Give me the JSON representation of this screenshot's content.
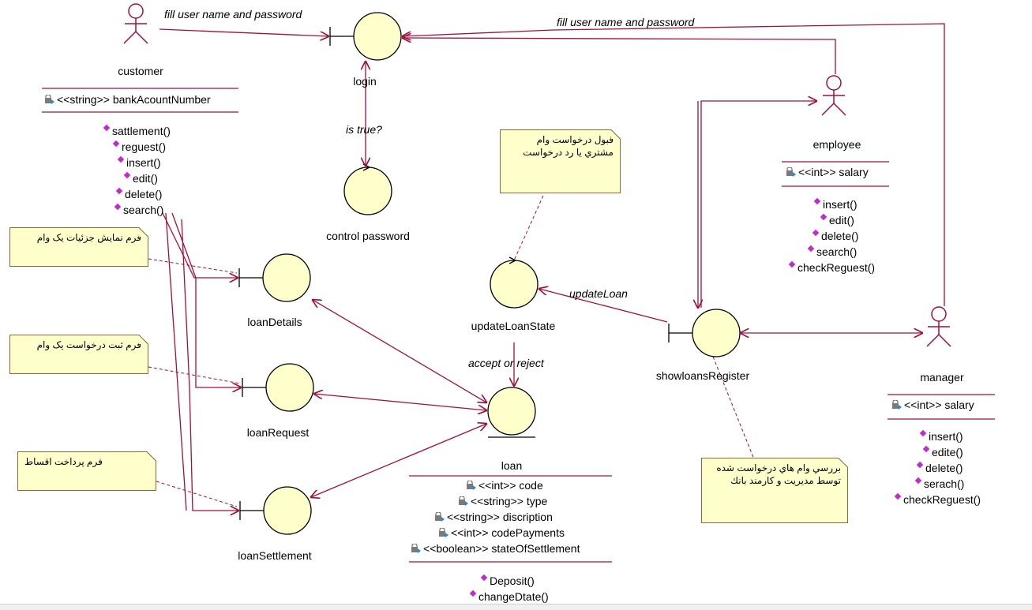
{
  "actors": {
    "customer": "customer",
    "employee": "employee",
    "manager": "manager"
  },
  "classes": {
    "customer_attr": "<<string>> bankAcountNumber",
    "customer_ops": [
      "sattlement()",
      "reguest()",
      "insert()",
      "edit()",
      "delete()",
      "search()"
    ],
    "employee_attr": "<<int>> salary",
    "employee_ops": [
      "insert()",
      "edit()",
      "delete()",
      "search()",
      "checkReguest()"
    ],
    "manager_attr": "<<int>> salary",
    "manager_ops": [
      "insert()",
      "edite()",
      "delete()",
      "serach()",
      "checkReguest()"
    ],
    "loan_attrs": [
      "<<int>> code",
      "<<string>> type",
      "<<string>> discription",
      "<<int>> codePayments",
      "<<boolean>> stateOfSettlement"
    ],
    "loan_ops": [
      "Deposit()",
      "changeDtate()"
    ]
  },
  "objects": {
    "login": "login",
    "control_password": "control password",
    "loan_details": "loanDetails",
    "loan_request": "loanRequest",
    "loan_settlement": "loanSettlement",
    "update_loan_state": "updateLoanState",
    "loan": "loan",
    "showloans_register": "showloansRegister"
  },
  "messages": {
    "customer_login": "fill user name and password",
    "employee_login": "fill user name and password",
    "is_true": "is true?",
    "update_loan": "updateLoan",
    "accept_reject": "accept or reject"
  },
  "notes": {
    "loan_details_note": "فرم نمايش جزئيات يک وام",
    "loan_request_note": "فرم ثبت درخواست يک وام",
    "loan_settlement_note": "فرم پرداخت اقساط",
    "update_state_note_line1": "قبول درخواست وام",
    "update_state_note_line2": "مشتري يا رد درخواست",
    "register_note_line1": "بررسي وام هاي درخواست شده",
    "register_note_line2": "توسط مديريت و كارمند بانك"
  },
  "colors": {
    "circle_fill": "#ffffcc",
    "line": "#a0103a",
    "dashed": "#a0103a",
    "operation_icon": "#c02ad0"
  }
}
